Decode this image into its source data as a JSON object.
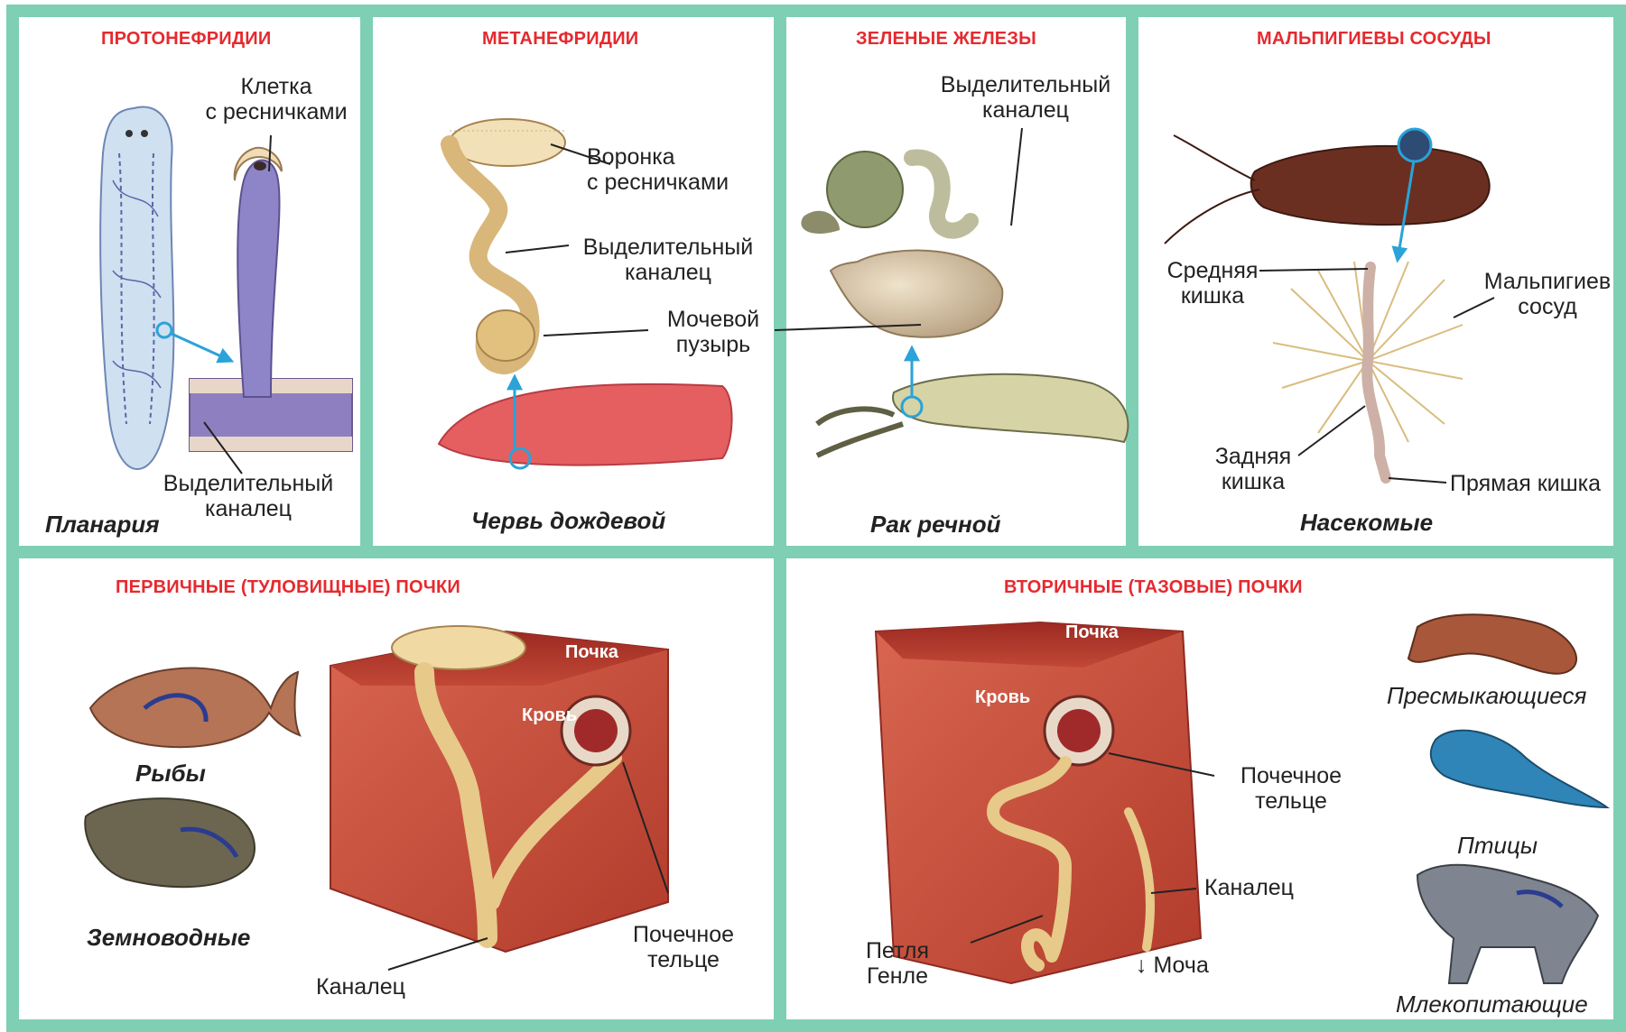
{
  "colors": {
    "frame": "#7fcfb5",
    "heading": "#e52a2f",
    "arrow": "#2aa3d8",
    "tissue": "#c44a35",
    "tube": "#e7c98a"
  },
  "panels": {
    "protonephridia": {
      "title": "ПРОТОНЕФРИДИИ",
      "label_cell": "Клетка\nс ресничками",
      "label_canal": "Выделительный\nканалец",
      "caption": "Планария"
    },
    "metanephridia": {
      "title": "МЕТАНЕФРИДИИ",
      "label_funnel": "Воронка\nс ресничками",
      "label_canal": "Выделительный\nканалец",
      "label_bladder": "Мочевой\nпузырь",
      "caption": "Червь дождевой"
    },
    "green_glands": {
      "title": "ЗЕЛЕНЫЕ ЖЕЛЕЗЫ",
      "label_canal": "Выделительный\nканалец",
      "caption": "Рак речной"
    },
    "malpighian": {
      "title": "МАЛЬПИГИЕВЫ СОСУДЫ",
      "label_midgut": "Средняя\nкишка",
      "label_vessel": "Мальпигиев\nсосуд",
      "label_hindgut": "Задняя\nкишка",
      "label_rectum": "Прямая кишка",
      "caption": "Насекомые"
    },
    "primary_kidneys": {
      "title": "ПЕРВИЧНЫЕ (ТУЛОВИЩНЫЕ) ПОЧКИ",
      "label_kidney": "Почка",
      "label_blood": "Кровь",
      "label_corpuscle": "Почечное\nтельце",
      "label_canal": "Каналец",
      "caption_fish": "Рыбы",
      "caption_amphibians": "Земноводные"
    },
    "secondary_kidneys": {
      "title": "ВТОРИЧНЫЕ (ТАЗОВЫЕ) ПОЧКИ",
      "label_kidney": "Почка",
      "label_blood": "Кровь",
      "label_corpuscle": "Почечное\nтельце",
      "label_canal": "Каналец",
      "label_loop": "Петля\nГенле",
      "label_urine": "Моча",
      "caption_reptiles": "Пресмыкающиеся",
      "caption_birds": "Птицы",
      "caption_mammals": "Млекопитающие"
    }
  }
}
